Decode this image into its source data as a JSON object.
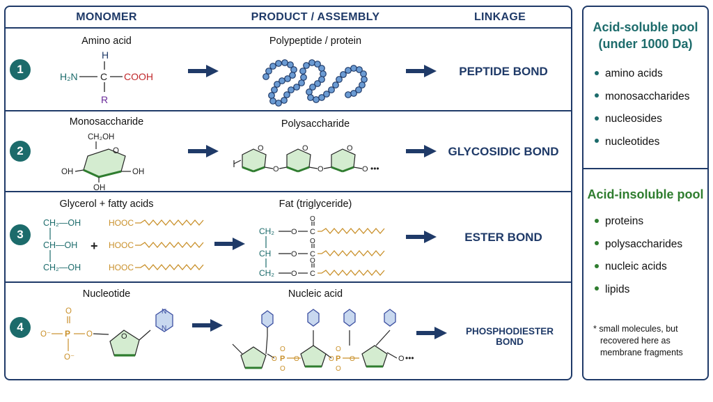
{
  "headers": {
    "monomer": "MONOMER",
    "product": "PRODUCT / ASSEMBLY",
    "linkage": "LINKAGE"
  },
  "rows": [
    {
      "number": "1",
      "monomer": "Amino acid",
      "product": "Polypeptide / protein",
      "bond": "PEPTIDE BOND"
    },
    {
      "number": "2",
      "monomer": "Monosaccharide",
      "product": "Polysaccharide",
      "bond": "GLYCOSIDIC BOND"
    },
    {
      "number": "3",
      "monomer": "Glycerol + fatty acids",
      "product": "Fat (triglyceride)",
      "bond": "ESTER BOND"
    },
    {
      "number": "4",
      "monomer": "Nucleotide",
      "product": "Nucleic acid",
      "bond": "PHOSPHODIESTER BOND"
    }
  ],
  "chem": {
    "amino": {
      "h": "H",
      "n": "H₂N",
      "c": "C",
      "cooh": "COOH",
      "r": "R"
    },
    "sugar": {
      "ch2oh": "CH₂OH",
      "oh": "OH",
      "o": "O",
      "dots": "•••"
    },
    "glycerol": {
      "ch2oh": "CH₂—OH",
      "choh": "CH—OH",
      "plus": "+",
      "hooc": "HOOC",
      "ch2": "CH₂",
      "ch": "CH",
      "o": "O"
    },
    "nucleotide": {
      "o": "O",
      "o_minus": "O⁻",
      "p": "P",
      "n": "N"
    }
  },
  "soluble_pool": {
    "title_line1": "Acid-soluble pool",
    "title_line2": "(under 1000 Da)",
    "items": [
      "amino acids",
      "monosaccharides",
      "nucleosides",
      "nucleotides"
    ]
  },
  "insoluble_pool": {
    "title": "Acid-insoluble pool",
    "items": [
      "proteins",
      "polysaccharides",
      "nucleic acids",
      "lipids"
    ]
  },
  "note": {
    "line1": "* small molecules, but",
    "line2": "recovered here as",
    "line3": "membrane fragments"
  },
  "colors": {
    "navy": "#1f3a68",
    "teal": "#1c6b6b",
    "green": "#2f7d2f",
    "bead": "#6b9bd3",
    "fatty": "#c9902a",
    "phosphate": "#c9902a",
    "red": "#c0282b",
    "purple": "#6a2a9a",
    "nh": "#1c6b6b"
  }
}
